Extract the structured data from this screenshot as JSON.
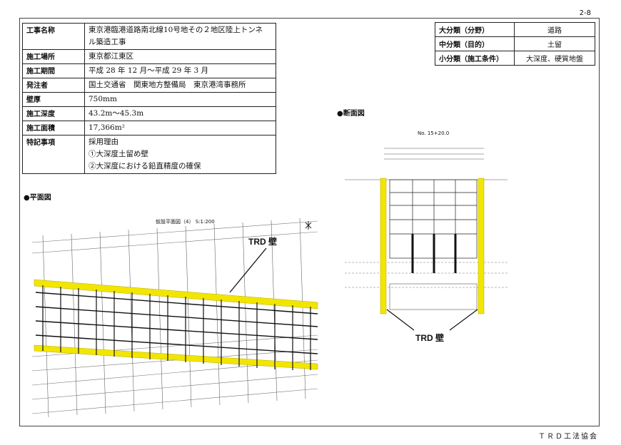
{
  "page_number": "2-8",
  "footer": "ＴＲＤ工法協会",
  "info": [
    {
      "key": "工事名称",
      "lines": [
        "東京港臨港道路南北線10号地その２地区陸上トンネ",
        "ル築造工事"
      ]
    },
    {
      "key": "施工場所",
      "lines": [
        "東京都江東区"
      ]
    },
    {
      "key": "施工期間",
      "lines": [
        "平成 28 年 12 月～平成 29 年 3 月"
      ]
    },
    {
      "key": "発注者",
      "lines": [
        "国土交通省　関東地方整備局　東京港湾事務所"
      ]
    },
    {
      "key": "壁厚",
      "lines": [
        "750mm"
      ]
    },
    {
      "key": "施工深度",
      "lines": [
        "43.2m～45.3m"
      ]
    },
    {
      "key": "施工面積",
      "lines": [
        "17,366m²"
      ]
    },
    {
      "key": "特記事項",
      "lines": [
        "採用理由",
        "①大深度土留め壁",
        "②大深度における鉛直精度の確保"
      ]
    }
  ],
  "classification": [
    {
      "key": "大分類（分野）",
      "value": "道路"
    },
    {
      "key": "中分類（目的）",
      "value": "土留"
    },
    {
      "key": "小分類（施工条件）",
      "value": "大深度、硬質地盤"
    }
  ],
  "plan": {
    "heading": "●平面図",
    "drawing_title": "仮設平面図（4）",
    "drawing_scale": "S:1:200",
    "trd_label": "TRD 壁",
    "wall_color": "#f2e600"
  },
  "section": {
    "heading": "●断面図",
    "drawing_title": "No. 15+20.0",
    "trd_label": "TRD 壁",
    "wall_color": "#f2e600"
  }
}
